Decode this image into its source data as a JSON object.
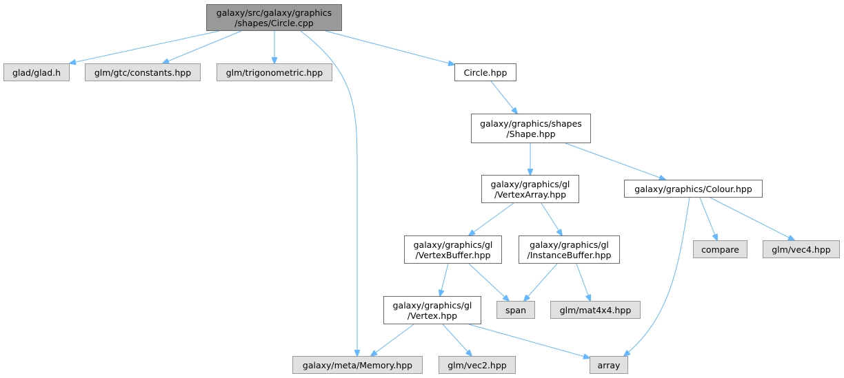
{
  "nodes": {
    "root": "galaxy/src/galaxy/graphics\n/shapes/Circle.cpp",
    "glad": "glad/glad.h",
    "glm_constants": "glm/gtc/constants.hpp",
    "glm_trig": "glm/trigonometric.hpp",
    "circle_hpp": "Circle.hpp",
    "shape_hpp": "galaxy/graphics/shapes\n/Shape.hpp",
    "vertexarray": "galaxy/graphics/gl\n/VertexArray.hpp",
    "colour": "galaxy/graphics/Colour.hpp",
    "vertexbuffer": "galaxy/graphics/gl\n/VertexBuffer.hpp",
    "instancebuffer": "galaxy/graphics/gl\n/InstanceBuffer.hpp",
    "compare": "compare",
    "vec4": "glm/vec4.hpp",
    "vertex": "galaxy/graphics/gl\n/Vertex.hpp",
    "span": "span",
    "mat4x4": "glm/mat4x4.hpp",
    "memory": "galaxy/meta/Memory.hpp",
    "vec2": "glm/vec2.hpp",
    "array": "array"
  },
  "colors": {
    "edge": "#63b8ff",
    "root_fill": "#999999",
    "external_fill": "#e0e0e0",
    "file_fill": "#ffffff"
  }
}
